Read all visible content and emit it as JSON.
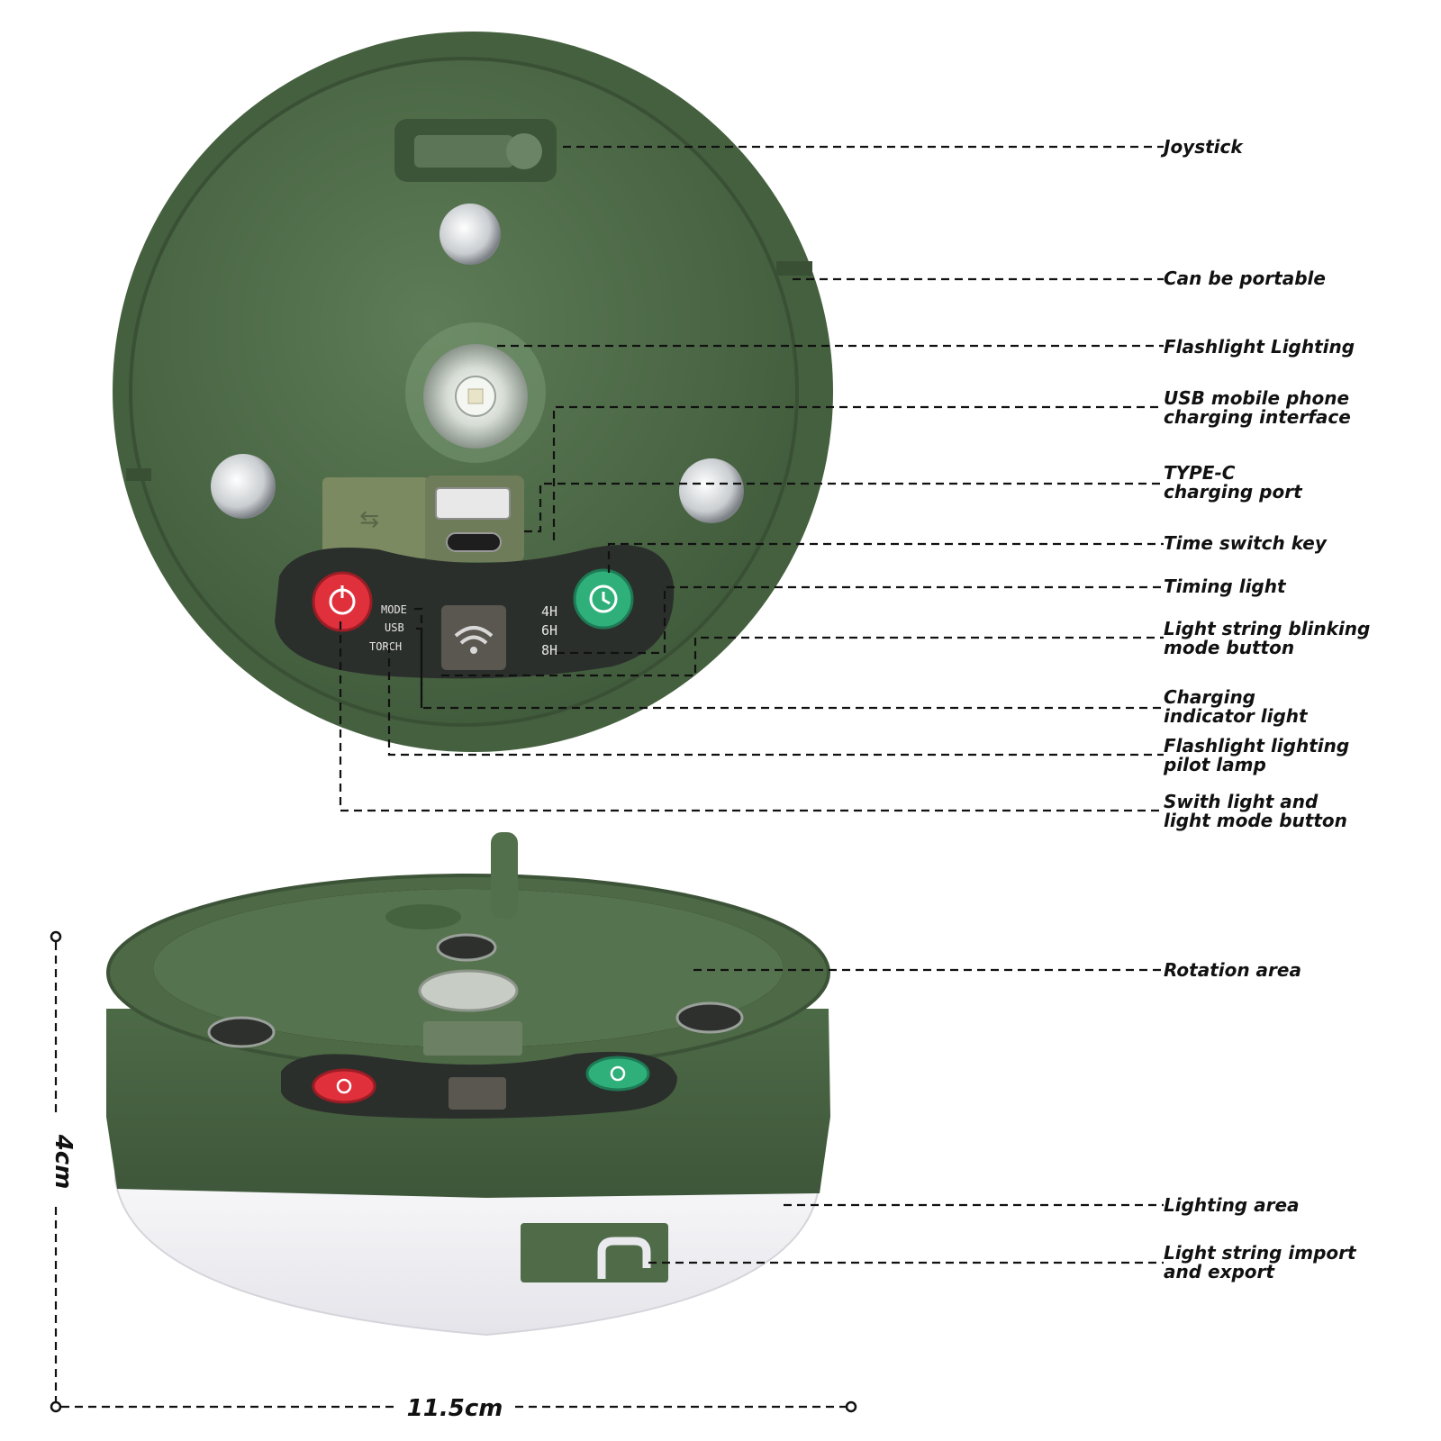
{
  "labels": {
    "joystick": "Joystick",
    "portable": "Can be portable",
    "flashlight": "Flashlight Lighting",
    "usb_line1": "USB mobile phone",
    "usb_line2": "charging interface",
    "typec_line1": "TYPE-C",
    "typec_line2": "charging port",
    "time_switch": "Time switch key",
    "timing_light": "Timing light",
    "blink_line1": "Light string blinking",
    "blink_line2": "mode button",
    "charging_line1": "Charging",
    "charging_line2": "indicator light",
    "pilot_line1": "Flashlight lighting",
    "pilot_line2": "pilot lamp",
    "switch_line1": "Swith light and",
    "switch_line2": "light mode button",
    "rotation": "Rotation area",
    "lighting": "Lighting area",
    "import_line1": "Light string import",
    "import_line2": "and export"
  },
  "dimensions": {
    "height": "4cm",
    "width": "11.5cm"
  },
  "panel": {
    "mode": "MODE",
    "usb": "USB",
    "torch": "TORCH",
    "h4": "4H",
    "h6": "6H",
    "h8": "8H"
  },
  "colors": {
    "body_green": "#4f6b48",
    "dark_green": "#3b5236",
    "power_button": "#e0303c",
    "timer_button": "#2fb07a",
    "panel_dark": "#2b2f2c",
    "lighting_white": "#f2f2f4"
  }
}
